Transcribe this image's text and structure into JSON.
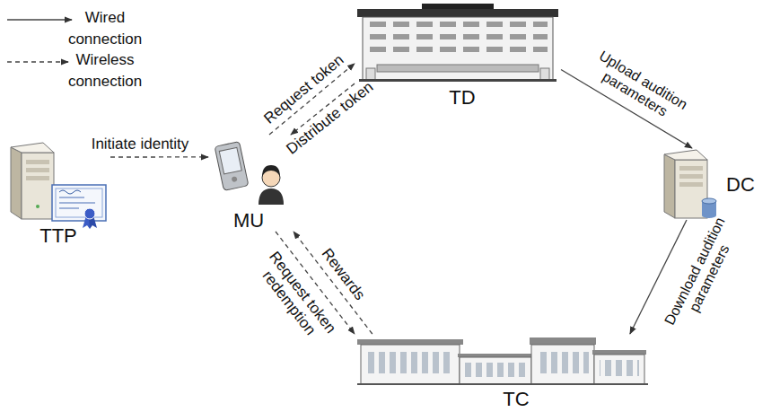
{
  "diagram": {
    "nodes": [
      {
        "text": [
          "TTP"
        ]
      },
      {
        "text": [
          "MU"
        ]
      },
      {
        "text": [
          "TD"
        ]
      },
      {
        "text": [
          "DC"
        ]
      },
      {
        "text": [
          "TC"
        ]
      }
    ],
    "edges": [
      {
        "from": 0,
        "to": 1,
        "arrow": "to",
        "label": "Initiate identity"
      },
      {
        "from": 1,
        "to": 2,
        "arrow": "to",
        "label": "Request token"
      },
      {
        "from": 2,
        "to": 1,
        "arrow": "to",
        "label": "Distribute token"
      },
      {
        "from": 2,
        "to": 3,
        "arrow": "to",
        "label": "Upload audition parameters"
      },
      {
        "from": 3,
        "to": 4,
        "arrow": "to",
        "label": "Download audition parameters"
      },
      {
        "from": 4,
        "to": 1,
        "arrow": "to",
        "label": "Rewards"
      },
      {
        "from": 1,
        "to": 4,
        "arrow": "to",
        "label": "Request token redemption"
      }
    ],
    "legend": [
      {
        "text": "Wired connection"
      },
      {
        "text": "Wireless connection"
      }
    ]
  }
}
